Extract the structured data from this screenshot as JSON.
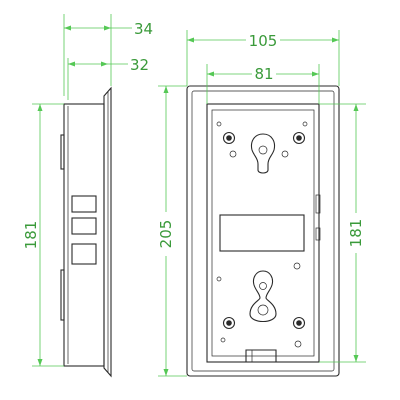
{
  "dimensions": {
    "side_depth_total": "34",
    "side_depth_body": "32",
    "side_height": "181",
    "front_overall_width": "105",
    "front_inner_width": "81",
    "front_overall_height": "205",
    "front_inner_height": "181"
  },
  "colors": {
    "dimension_line": "#55c855",
    "dimension_text": "#3a9a3a",
    "part_outline": "#2a2a2a"
  }
}
